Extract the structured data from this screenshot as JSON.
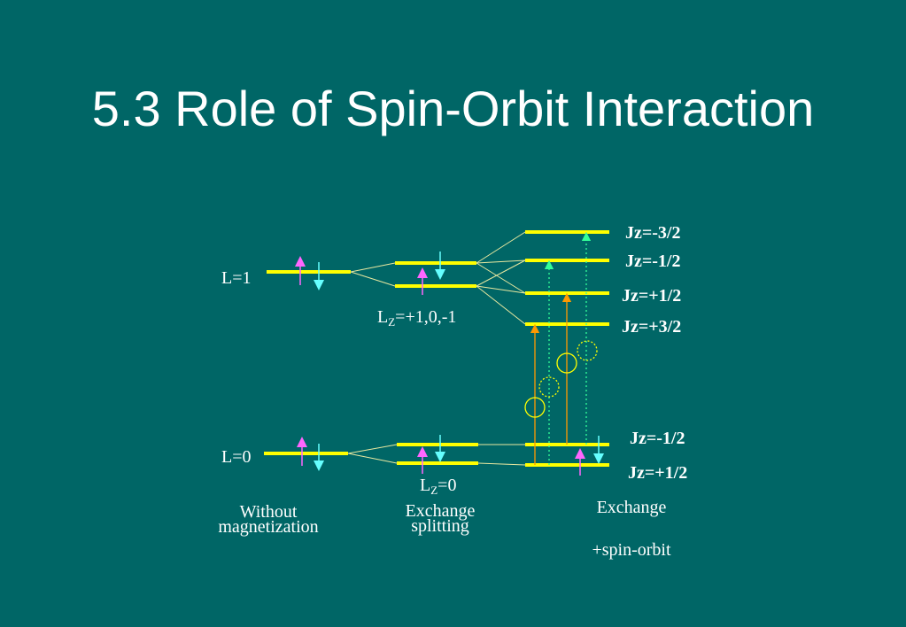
{
  "title": "5.3 Role of Spin-Orbit Interaction",
  "labels": {
    "l1": "L=1",
    "l0": "L=0",
    "lz_main": "L",
    "lz_sub": "Z",
    "lz_vals_p": "=+1,0,-1",
    "lz_vals_s": "=0",
    "jz_m32": "Jz=-3/2",
    "jz_m12_p": "Jz=-1/2",
    "jz_p12_p": "Jz=+1/2",
    "jz_p32": "Jz=+3/2",
    "jz_m12_s": "Jz=-1/2",
    "jz_p12_s": "Jz=+1/2",
    "col1_line1": "Without",
    "col1_line2": "magnetization",
    "col2_line1": "Exchange",
    "col2_line2": "splitting",
    "col3_line1": "Exchange",
    "col3_line2": "+spin-orbit"
  },
  "colors": {
    "background": "#006666",
    "level": "#ffff00",
    "connector": "#e8e8a0",
    "spin_up": "#ff66ff",
    "spin_down": "#66ffff",
    "transition_orange": "#ff9900",
    "transition_green": "#33ff99",
    "circle": "#ffff00",
    "text": "#ffffff"
  }
}
